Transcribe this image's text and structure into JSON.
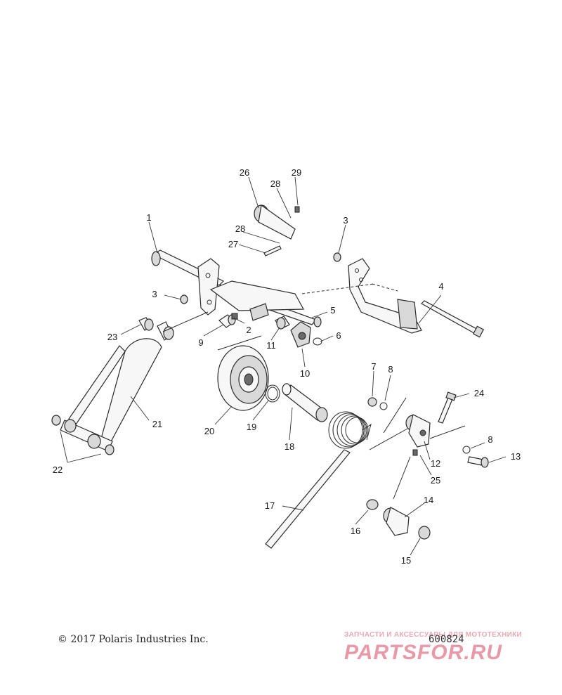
{
  "callouts": [
    "1",
    "2",
    "3",
    "3",
    "4",
    "5",
    "6",
    "7",
    "8",
    "8",
    "9",
    "10",
    "11",
    "12",
    "13",
    "14",
    "15",
    "16",
    "17",
    "18",
    "19",
    "20",
    "21",
    "22",
    "23",
    "24",
    "25",
    "26",
    "27",
    "28",
    "28",
    "29"
  ],
  "copyright": "© 2017 Polaris Industries Inc.",
  "figure_number": "600824",
  "watermark": {
    "top_text": "ЗАПЧАСТИ И АКСЕССУАРЫ ДЛЯ МОТОТЕХНИКИ",
    "brand": "PARTSFOR.RU",
    "color": "#e68798"
  }
}
